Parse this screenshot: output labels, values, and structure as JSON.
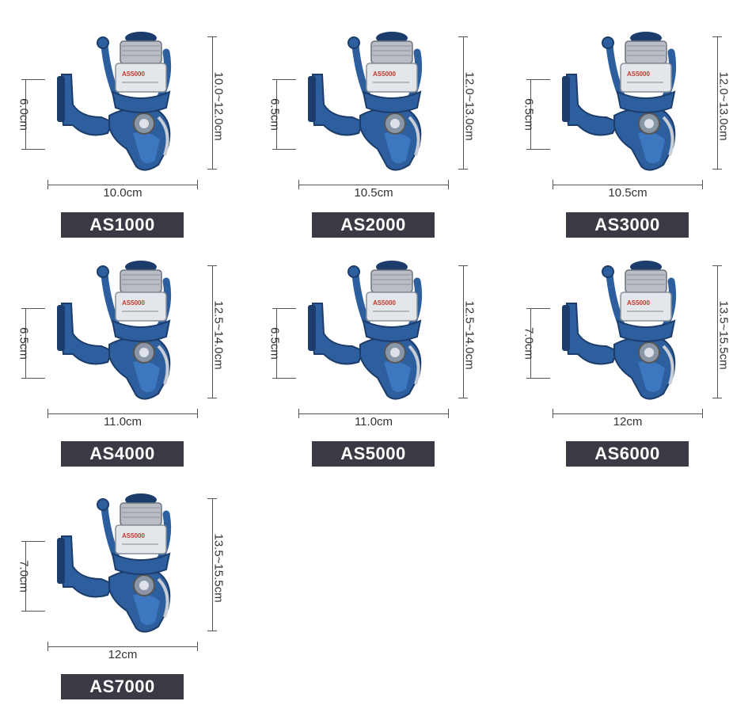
{
  "models": [
    {
      "name": "AS1000",
      "width": "10.0cm",
      "height": "10.0~12.0cm",
      "handle": "6.0cm"
    },
    {
      "name": "AS2000",
      "width": "10.5cm",
      "height": "12.0~13.0cm",
      "handle": "6.5cm"
    },
    {
      "name": "AS3000",
      "width": "10.5cm",
      "height": "12.0~13.0cm",
      "handle": "6.5cm"
    },
    {
      "name": "AS4000",
      "width": "11.0cm",
      "height": "12.5~14.0cm",
      "handle": "6.5cm"
    },
    {
      "name": "AS5000",
      "width": "11.0cm",
      "height": "12.5~14.0cm",
      "handle": "6.5cm"
    },
    {
      "name": "AS6000",
      "width": "12cm",
      "height": "13.5~15.5cm",
      "handle": "7.0cm"
    },
    {
      "name": "AS7000",
      "width": "12cm",
      "height": "13.5~15.5cm",
      "handle": "7.0cm"
    }
  ],
  "reel_spool_text": "AS5000",
  "colors": {
    "reel_blue": "#2d5f9e",
    "reel_dark": "#1c3d6b",
    "label_bg": "#3a3a45"
  }
}
